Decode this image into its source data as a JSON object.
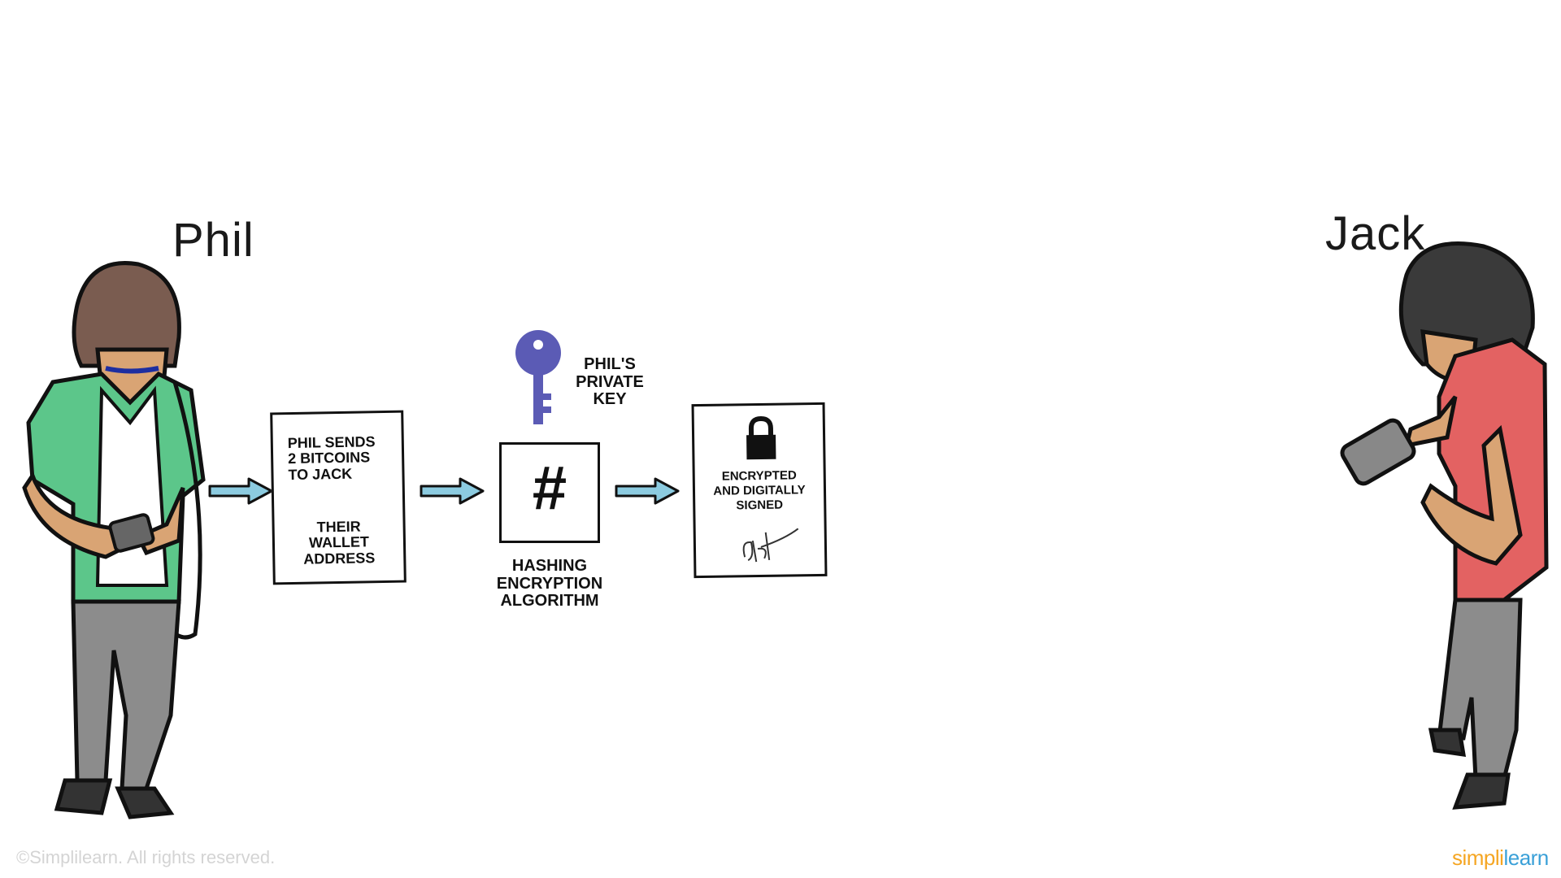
{
  "people": {
    "sender": {
      "name": "Phil"
    },
    "receiver": {
      "name": "Jack"
    }
  },
  "message_doc": {
    "line1": "PHIL SENDS",
    "line2": "2 BITCOINS",
    "line3": "TO JACK",
    "line4": "THEIR",
    "line5": "WALLET",
    "line6": "ADDRESS"
  },
  "private_key": {
    "line1": "PHIL'S",
    "line2": "PRIVATE",
    "line3": "KEY"
  },
  "hash_box": {
    "symbol": "#",
    "line1": "HASHING",
    "line2": "ENCRYPTION",
    "line3": "ALGORITHM"
  },
  "signed_doc": {
    "line1": "ENCRYPTED",
    "line2": "AND DIGITALLY",
    "line3": "SIGNED"
  },
  "footer": {
    "copyright": "©Simplilearn. All rights reserved.",
    "brand_part1": "simpl",
    "brand_part2": "i",
    "brand_part3": "learn"
  },
  "colors": {
    "arrow": "#8ccbe0",
    "key": "#5b5bb5",
    "phil_shirt": "#5cc68a",
    "jack_shirt": "#e36262",
    "pants": "#8c8c8c",
    "brand_orange": "#f5a623",
    "brand_blue": "#3aa0d8"
  }
}
